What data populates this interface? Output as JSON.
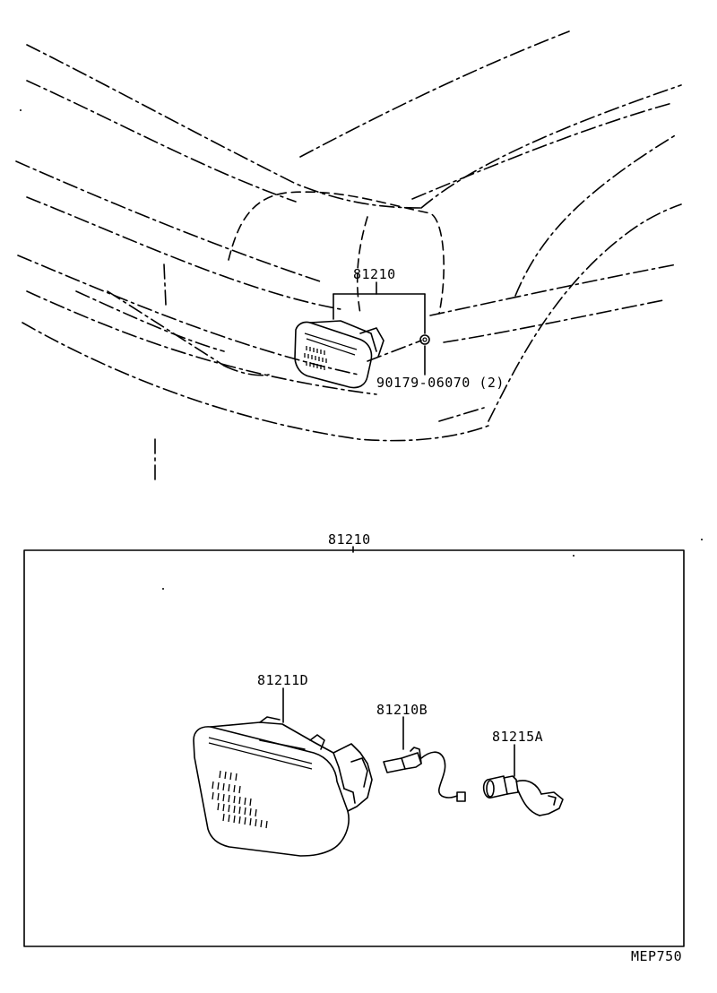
{
  "top_view": {
    "assembly_label": "81210",
    "nut_label": "90179-06070 (2)"
  },
  "detail_box": {
    "assembly_label": "81210",
    "lens_housing_label": "81211D",
    "bulb_label": "81210B",
    "socket_wire_label": "81215A"
  },
  "figure_code": "MEP750"
}
